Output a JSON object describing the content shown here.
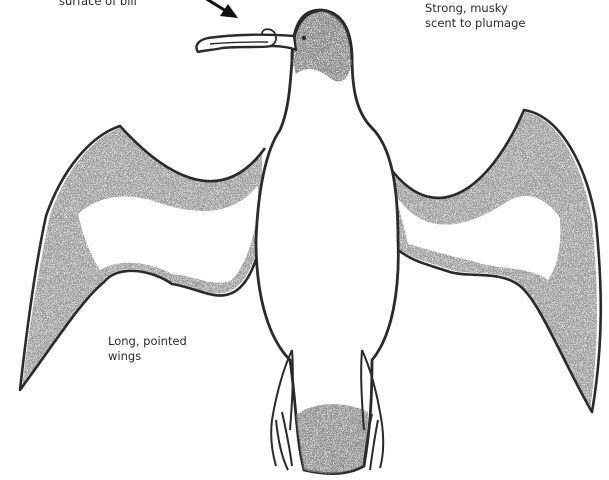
{
  "figure": {
    "labels": {
      "bill": "surface of bill",
      "scent": "Strong, musky\nscent to plumage",
      "wings": "Long, pointed\nwings"
    },
    "colors": {
      "outline": "#2a2a2a",
      "shading": "#9a9a9a",
      "background": "#ffffff"
    }
  }
}
